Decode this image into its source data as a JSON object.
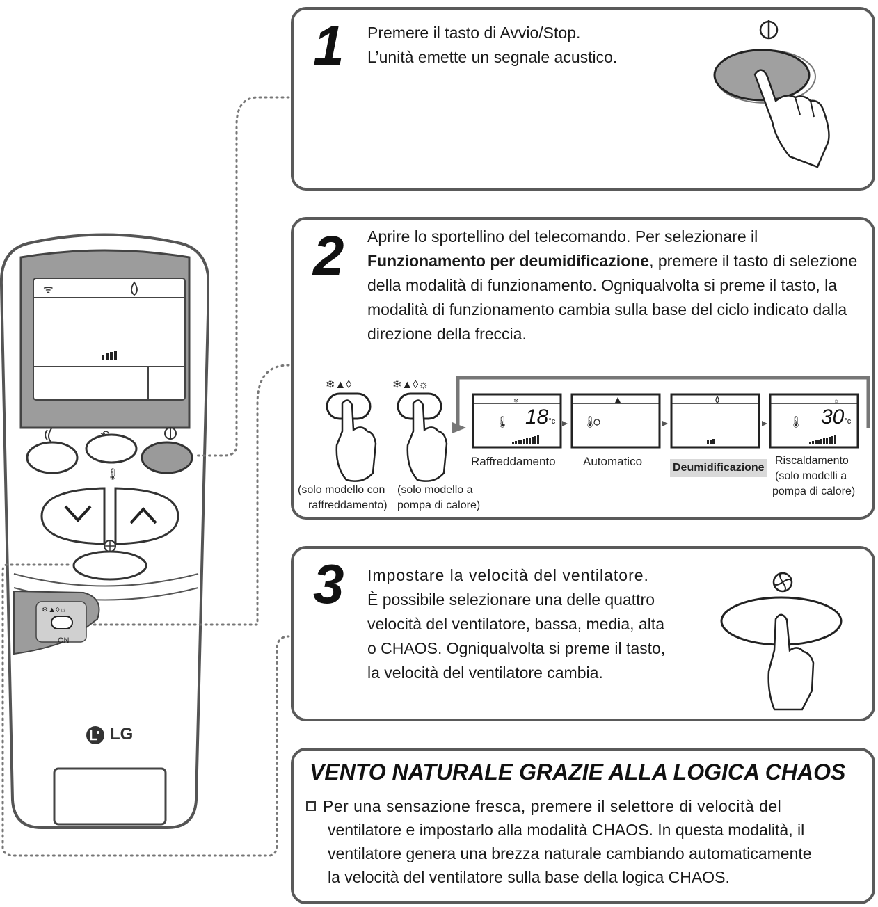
{
  "step1": {
    "number": "1",
    "line1": "Premere il tasto di Avvio/Stop.",
    "line2": "L’unità emette un segnale acustico."
  },
  "step2": {
    "number": "2",
    "text_before": "Aprire lo sportellino del telecomando. Per selezionare il ",
    "text_bold": "Funzionamento per deumidificazione",
    "text_after": ", premere il tasto di selezione della modalità di funzionamento. Ogniqualvolta si preme il tasto, la modalità di funzionamento cambia sulla base del ciclo indicato dalla direzione della freccia.",
    "button1_caption_line1": "(solo modello con",
    "button1_caption_line2": "raffreddamento)",
    "button2_caption_line1": "(solo modello a",
    "button2_caption_line2": "pompa di calore)",
    "modes": [
      {
        "label": "Raffreddamento",
        "display_value": "18"
      },
      {
        "label": "Automatico",
        "display_value": ""
      },
      {
        "label": "Deumidificazione",
        "display_value": ""
      },
      {
        "label": "Riscaldamento",
        "label_line2": "(solo modelli a",
        "label_line3": "pompa di calore)",
        "display_value": "30"
      }
    ],
    "temp_unit": "°c"
  },
  "step3": {
    "number": "3",
    "line1": "Impostare la velocità del ventilatore.",
    "line2": "È possibile selezionare una delle quattro",
    "line3": "velocità del ventilatore, bassa, media, alta",
    "line4": "o CHAOS. Ogniqualvolta si preme il tasto,",
    "line5": "la velocità del ventilatore cambia."
  },
  "chaos": {
    "title": "VENTO NATURALE GRAZIE ALLA LOGICA CHAOS",
    "line1": "Per una sensazione fresca, premere il selettore di velocità del",
    "line2": "ventilatore e impostarlo alla modalità CHAOS. In questa modalità, il",
    "line3": "ventilatore genera una brezza naturale cambiando automaticamente",
    "line4": "la velocità del ventilatore sulla base della logica CHAOS."
  },
  "remote": {
    "brand": "LG",
    "on_label": "ON",
    "mode_icons": "❄▲◊☼"
  },
  "colors": {
    "panel_border": "#5a5a5a",
    "button_gray": "#9a9a9a",
    "highlight_gray": "#d9d9d9"
  }
}
